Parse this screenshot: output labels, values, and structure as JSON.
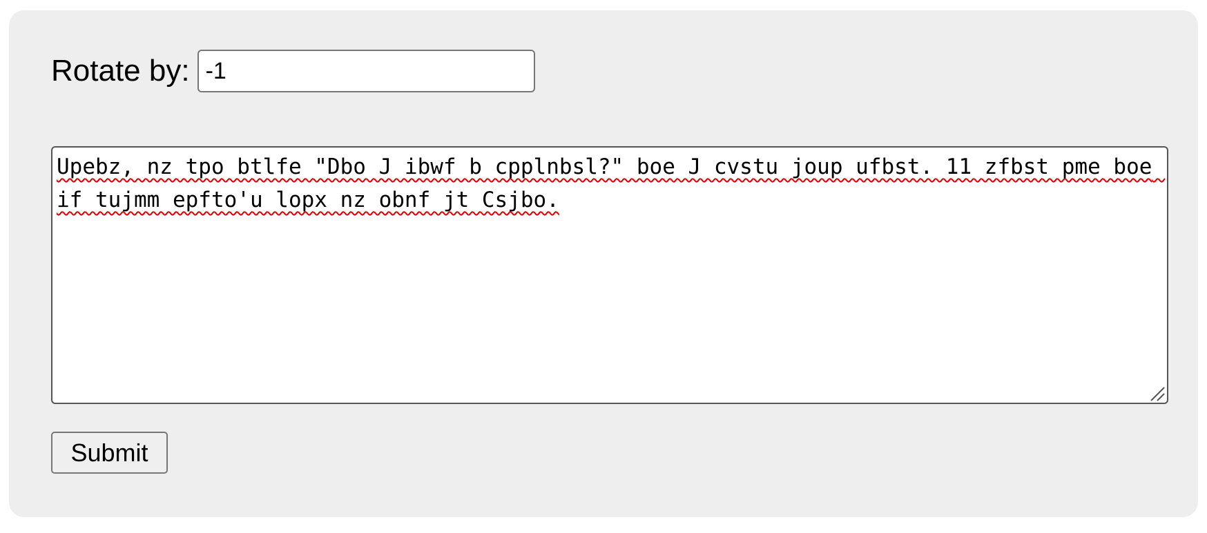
{
  "form": {
    "rotate_label": "Rotate by:",
    "rotate_value": "-1",
    "textarea_value": "Upebz, nz tpo btlfe \"Dbo J ibwf b cpplnbsl?\" boe J cvstu joup ufbst. 11 zfbst pme boe if tujmm epfto'u lopx nz obnf jt Csjbo.",
    "submit_label": "Submit"
  }
}
